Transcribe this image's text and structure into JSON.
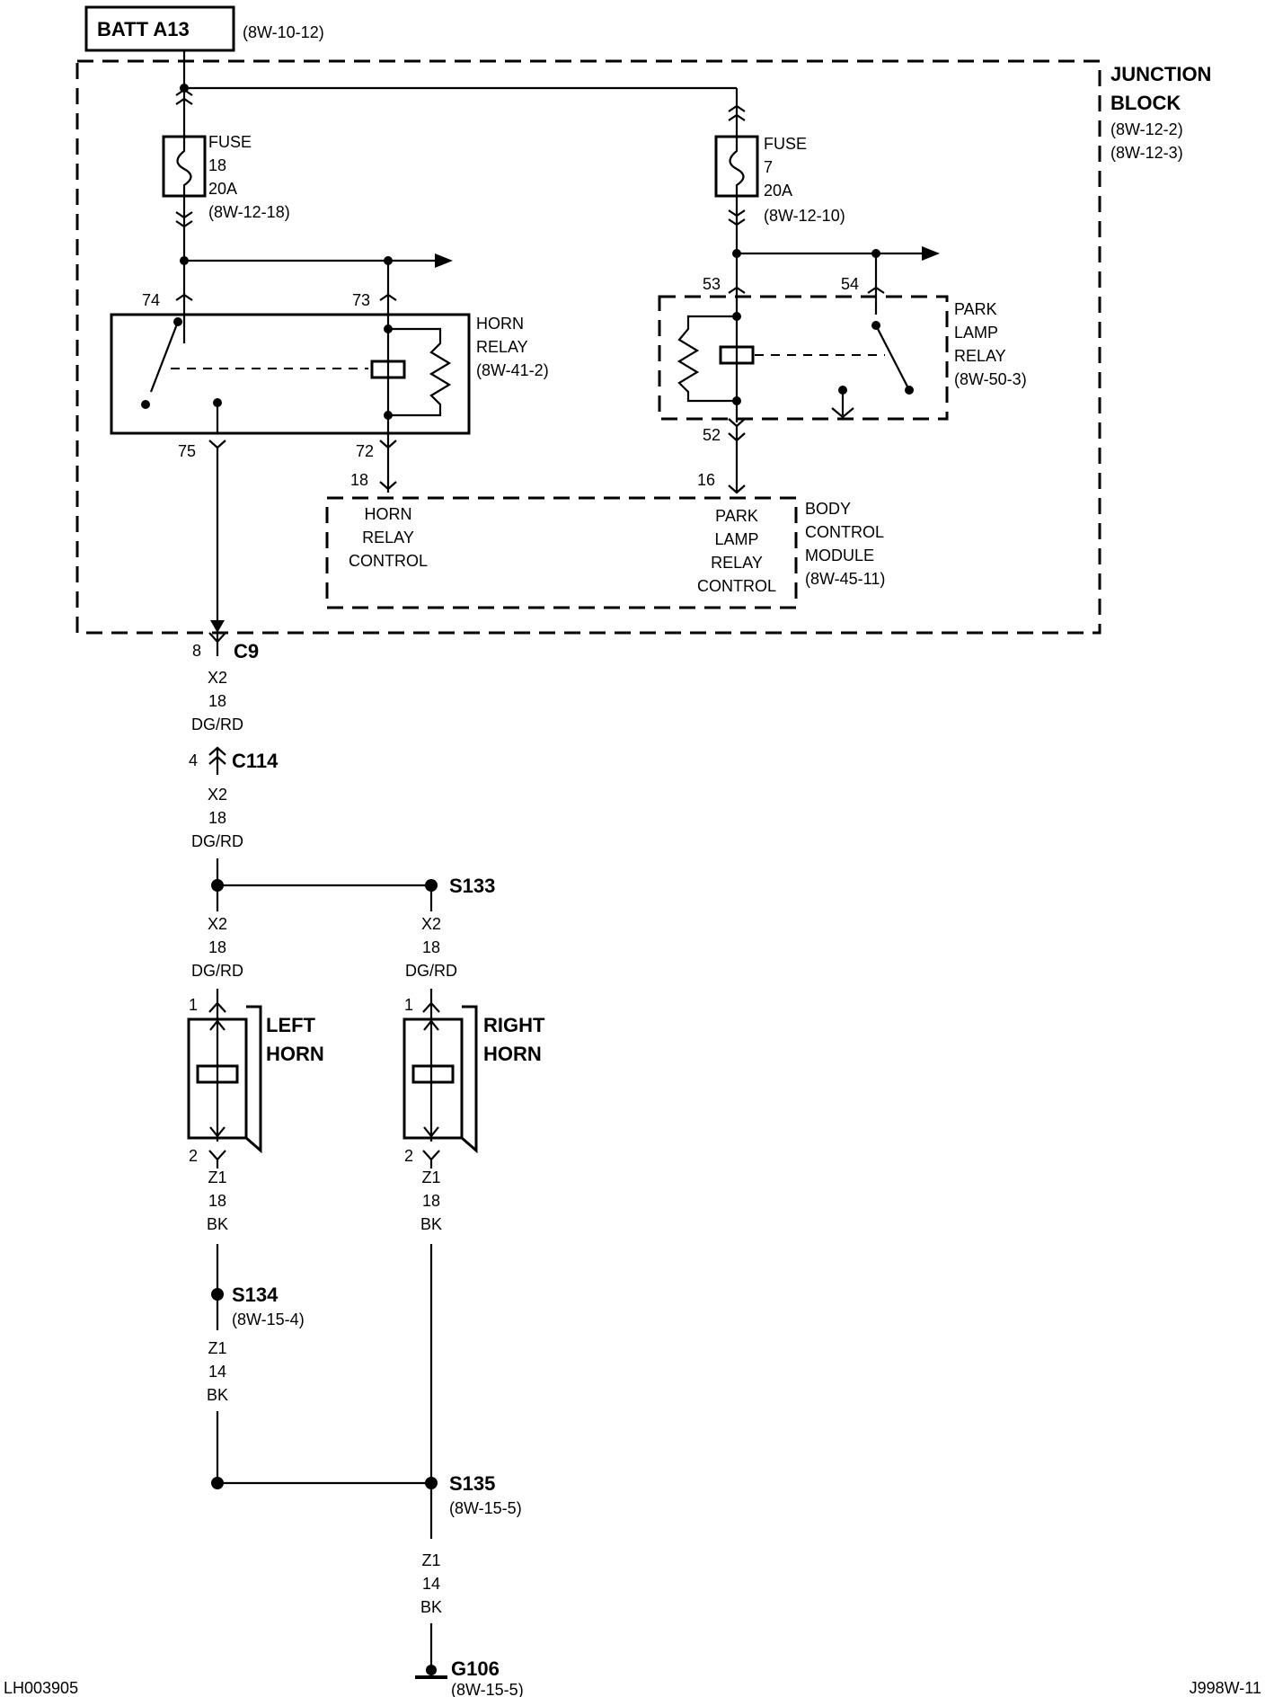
{
  "batt": {
    "label": "BATT A13",
    "ref": "(8W-10-12)"
  },
  "junction_block": {
    "line1": "JUNCTION",
    "line2": "BLOCK",
    "ref1": "(8W-12-2)",
    "ref2": "(8W-12-3)"
  },
  "fuse18": {
    "l1": "FUSE",
    "l2": "18",
    "l3": "20A",
    "l4": "(8W-12-18)"
  },
  "fuse7": {
    "l1": "FUSE",
    "l2": "7",
    "l3": "20A",
    "l4": "(8W-12-10)"
  },
  "horn_relay": {
    "l1": "HORN",
    "l2": "RELAY",
    "l3": "(8W-41-2)",
    "pin74": "74",
    "pin73": "73",
    "pin75": "75",
    "pin72": "72"
  },
  "park_relay": {
    "l1": "PARK",
    "l2": "LAMP",
    "l3": "RELAY",
    "l4": "(8W-50-3)",
    "pin53": "53",
    "pin54": "54",
    "pin52": "52"
  },
  "bcm": {
    "l1": "BODY",
    "l2": "CONTROL",
    "l3": "MODULE",
    "l4": "(8W-45-11)",
    "pin18": "18",
    "pin16": "16",
    "horn_ctrl": [
      "HORN",
      "RELAY",
      "CONTROL"
    ],
    "park_ctrl": [
      "PARK",
      "LAMP",
      "RELAY",
      "CONTROL"
    ]
  },
  "c9": {
    "pin": "8",
    "label": "C9"
  },
  "c114": {
    "pin": "4",
    "label": "C114"
  },
  "wire_x2": {
    "circuit": "X2",
    "gauge": "18",
    "color": "DG/RD"
  },
  "wire_z1_18": {
    "circuit": "Z1",
    "gauge": "18",
    "color": "BK"
  },
  "wire_z1_14": {
    "circuit": "Z1",
    "gauge": "14",
    "color": "BK"
  },
  "s133": {
    "label": "S133"
  },
  "s134": {
    "label": "S134",
    "ref": "(8W-15-4)"
  },
  "s135": {
    "label": "S135",
    "ref": "(8W-15-5)"
  },
  "g106": {
    "label": "G106",
    "ref": "(8W-15-5)"
  },
  "left_horn": {
    "l1": "LEFT",
    "l2": "HORN",
    "pin1": "1",
    "pin2": "2"
  },
  "right_horn": {
    "l1": "RIGHT",
    "l2": "HORN",
    "pin1": "1",
    "pin2": "2"
  },
  "footer": {
    "left": "LH003905",
    "right": "J998W-11"
  }
}
